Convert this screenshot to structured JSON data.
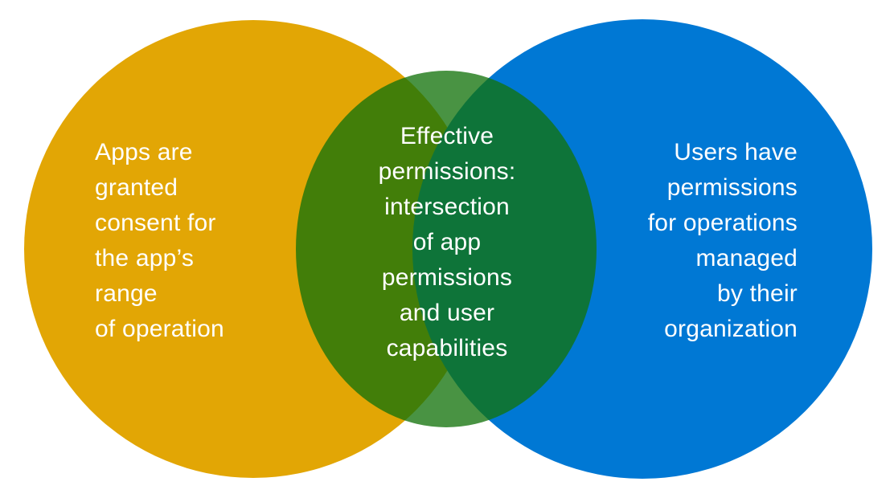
{
  "venn": {
    "background_color": "#ffffff",
    "text_color": "#ffffff",
    "apps_circle": {
      "color": "#E2A605",
      "lines": [
        "Apps are",
        "granted",
        "consent for",
        "the app’s",
        "range",
        "of operation"
      ]
    },
    "intersection": {
      "color": "rgba(18,114,11,0.77)",
      "blend_over_white": "#489247",
      "blend_over_gold": "#3E7A0E",
      "blend_over_blue": "#0E7339",
      "lines": [
        "Effective",
        "permissions:",
        "intersection",
        "of app",
        "permissions",
        "and user",
        "capabilities"
      ]
    },
    "users_circle": {
      "color": "#0078D4",
      "lines": [
        "Users have",
        "permissions",
        "for operations",
        "managed",
        "by their",
        "organization"
      ]
    }
  }
}
